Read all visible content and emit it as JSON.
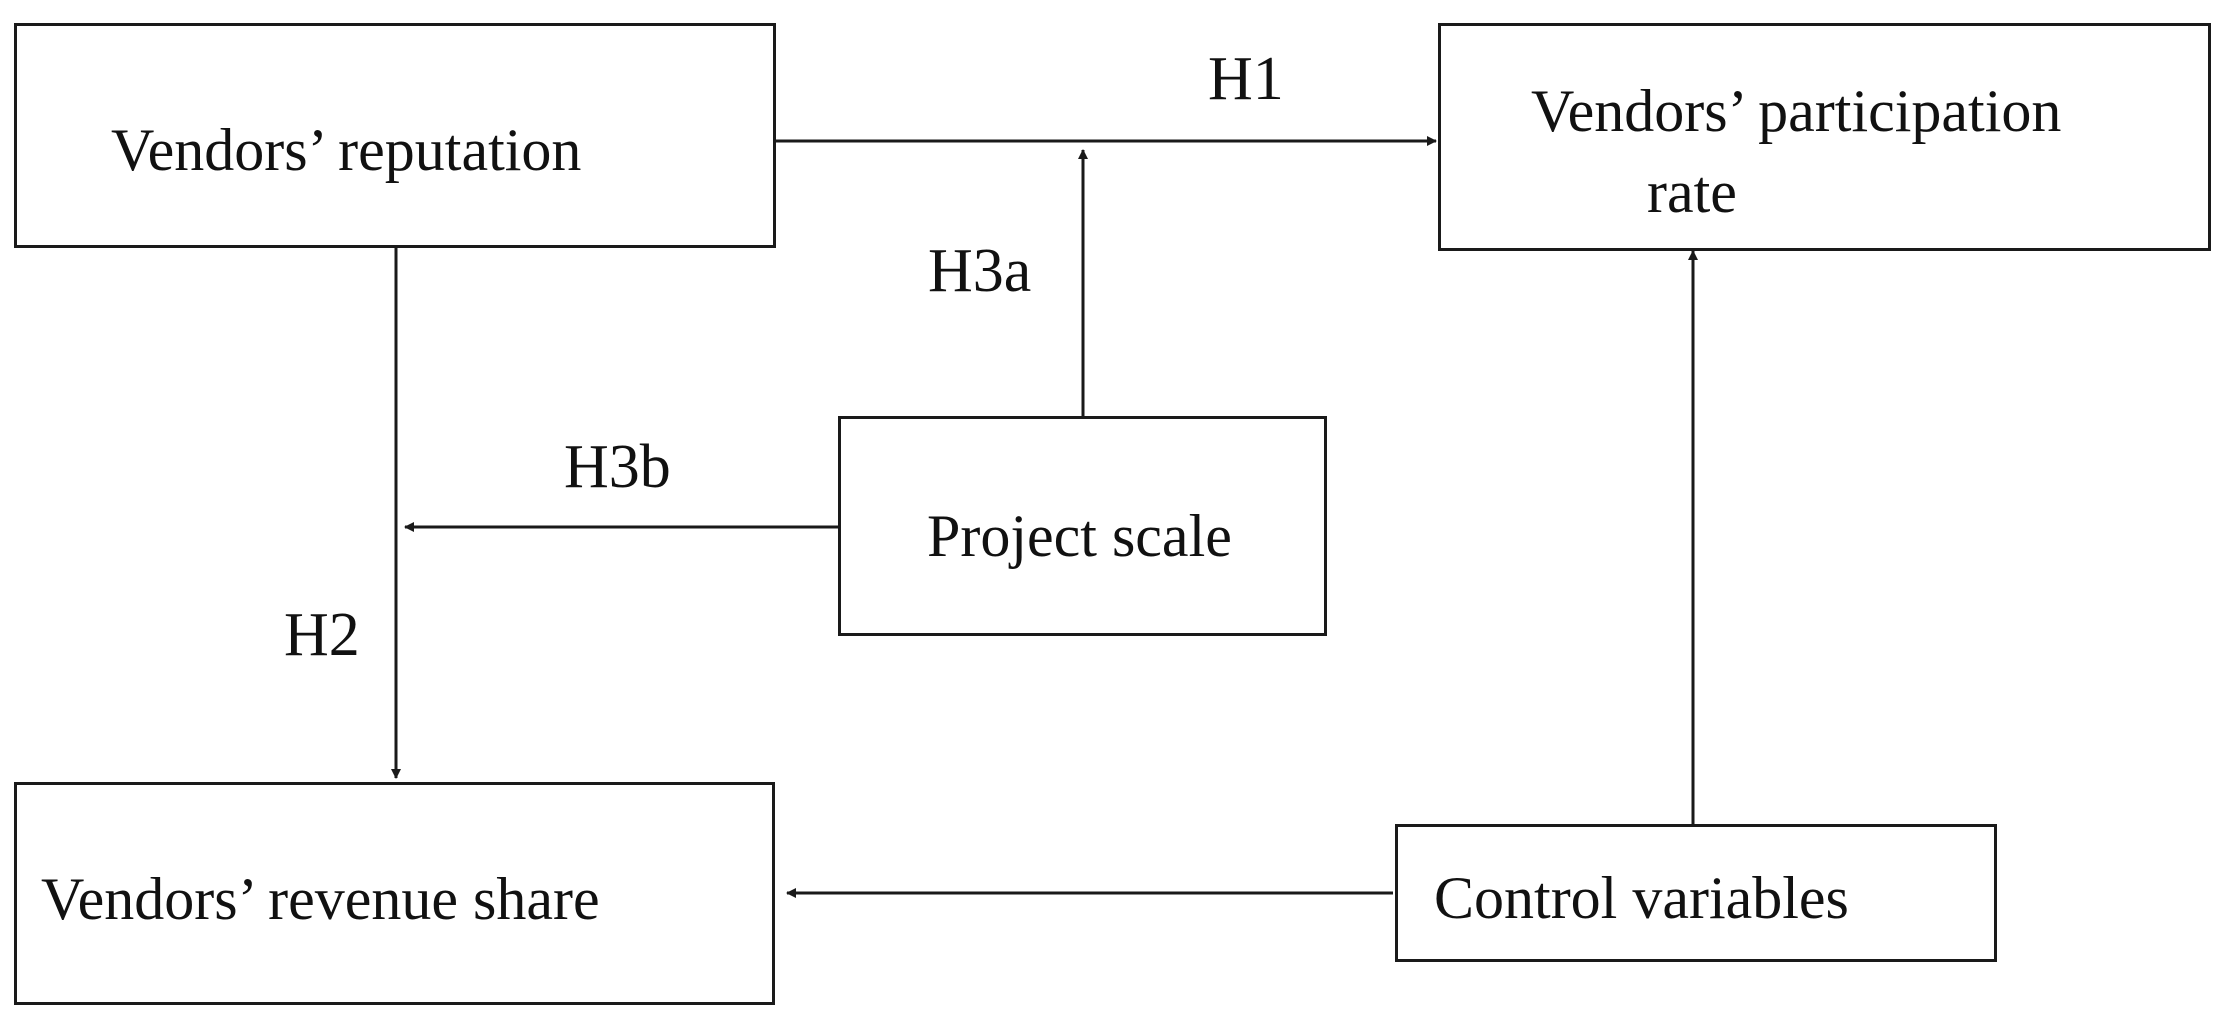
{
  "nodes": {
    "reputation": {
      "label": "Vendors’ reputation"
    },
    "participation": {
      "line1": "Vendors’ participation",
      "line2": "rate"
    },
    "project_scale": {
      "label": "Project scale"
    },
    "revenue_share": {
      "label": "Vendors’ revenue share"
    },
    "control_variables": {
      "label": "Control variables"
    }
  },
  "hypotheses": {
    "h1": "H1",
    "h2": "H2",
    "h3a": "H3a",
    "h3b": "H3b"
  },
  "edges": [
    {
      "from": "reputation",
      "to": "participation",
      "label": "H1"
    },
    {
      "from": "reputation",
      "to": "revenue_share",
      "label": "H2"
    },
    {
      "from": "project_scale",
      "to": "reputation→participation",
      "label": "H3a"
    },
    {
      "from": "project_scale",
      "to": "reputation→revenue_share",
      "label": "H3b"
    },
    {
      "from": "control_variables",
      "to": "participation",
      "label": ""
    },
    {
      "from": "control_variables",
      "to": "revenue_share",
      "label": ""
    }
  ],
  "colors": {
    "line": "#1a1a1a",
    "background": "#ffffff"
  }
}
